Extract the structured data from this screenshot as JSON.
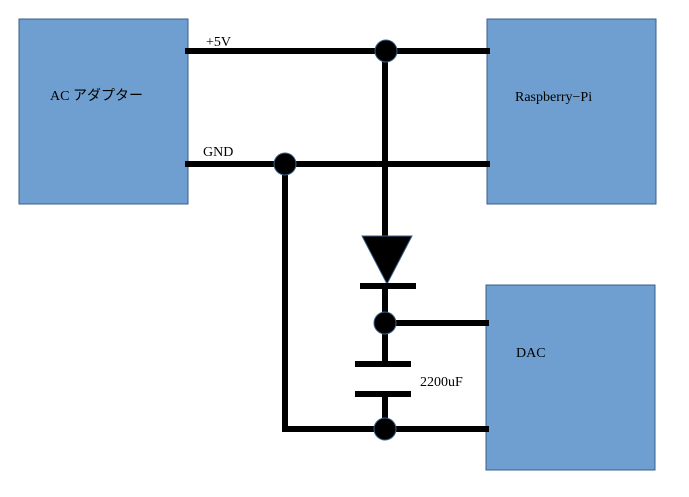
{
  "blocks": {
    "ac_adapter": "AC アダプター",
    "raspberry_pi": "Raspberry−Pi",
    "dac": "DAC"
  },
  "nets": {
    "plus5v": "+5V",
    "gnd": "GND"
  },
  "components": {
    "capacitor_value": "2200uF"
  },
  "colors": {
    "block_fill": "#6f9fd0",
    "wire": "#000000"
  }
}
